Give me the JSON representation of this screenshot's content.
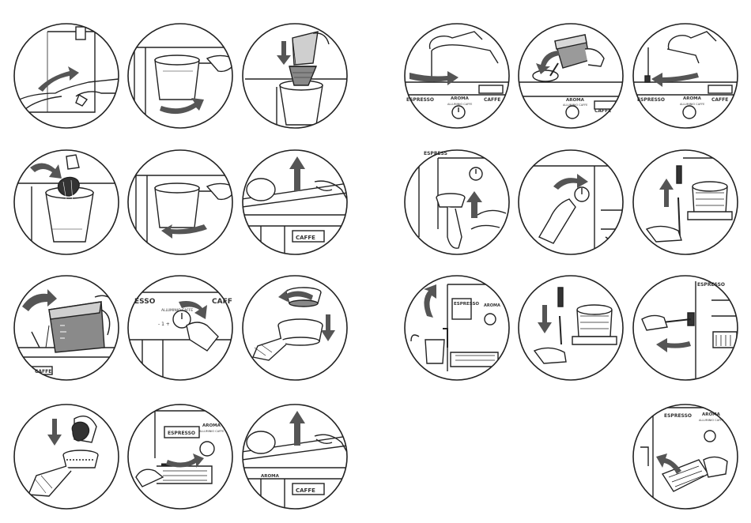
{
  "labels": {
    "espresso": "ESPRESSO",
    "caffe": "CAFFE",
    "espresso_short": "ESPRESSO",
    "caffe_short": "CAFFE",
    "caffe_partial": "CAFF",
    "esso_partial": "ESSO",
    "espress_partial": "ESPRESS",
    "espresso_top": "ESPRESSO",
    "aroma": "AROMA",
    "aroma_sub": "ALLUMINIO CAFFE",
    "marks": "- 1 +"
  },
  "colors": {
    "line": "#222222",
    "arrow": "#555555",
    "shade": "#9a9a9a",
    "light": "#d8d8d8",
    "bg": "#ffffff"
  },
  "panels": [
    {
      "id": "step-01",
      "action": "plug-in"
    },
    {
      "id": "step-02",
      "action": "remove-filter-holder"
    },
    {
      "id": "step-03",
      "action": "insert-paper-filter"
    },
    {
      "id": "step-04",
      "action": "add-ground-coffee"
    },
    {
      "id": "step-05",
      "action": "insert-filter-holder"
    },
    {
      "id": "step-06",
      "action": "lift-water-lid"
    },
    {
      "id": "step-07",
      "action": "pour-water"
    },
    {
      "id": "step-08",
      "action": "turn-knob"
    },
    {
      "id": "step-09",
      "action": "insert-filter"
    },
    {
      "id": "step-10",
      "action": "dose-coffee"
    },
    {
      "id": "step-11",
      "action": "attach-filter-holder"
    },
    {
      "id": "step-12",
      "action": "lift-lid"
    },
    {
      "id": "step-13",
      "action": "remove-tank"
    },
    {
      "id": "step-14",
      "action": "fill-tank"
    },
    {
      "id": "step-15",
      "action": "replace-tank"
    },
    {
      "id": "step-16",
      "action": "remove-filter-holder-espresso"
    },
    {
      "id": "step-17",
      "action": "turn-selector"
    },
    {
      "id": "step-18",
      "action": "remove-nozzle"
    },
    {
      "id": "step-19",
      "action": "steam-milk"
    },
    {
      "id": "step-20",
      "action": "insert-nozzle"
    },
    {
      "id": "step-21",
      "action": "clean-nozzle"
    },
    {
      "id": "step-22",
      "action": "remove-drip-tray"
    }
  ]
}
